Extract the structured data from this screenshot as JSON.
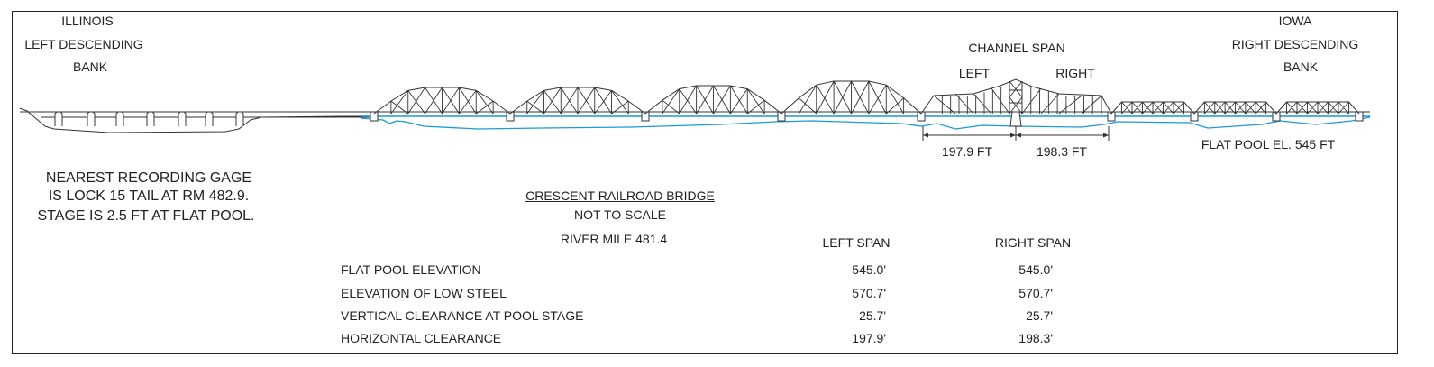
{
  "left_bank": {
    "line1": "ILLINOIS",
    "line2": "LEFT DESCENDING",
    "line3": "BANK"
  },
  "right_bank": {
    "line1": "IOWA",
    "line2": "RIGHT DESCENDING",
    "line3": "BANK"
  },
  "channel": {
    "title": "CHANNEL SPAN",
    "left": "LEFT",
    "right": "RIGHT",
    "left_width": "197.9 FT",
    "right_width": "198.3 FT"
  },
  "flat_pool_label": "FLAT POOL EL. 545 FT",
  "gage_note": [
    "NEAREST RECORDING GAGE",
    "IS LOCK 15 TAIL AT RM 482.9.",
    "STAGE IS 2.5 FT AT FLAT POOL."
  ],
  "bridge": {
    "name": "CRESCENT RAILROAD BRIDGE",
    "scale": "NOT TO SCALE",
    "river_mile": "RIVER MILE 481.4"
  },
  "table": {
    "headers": [
      "LEFT SPAN",
      "RIGHT SPAN"
    ],
    "rows": [
      {
        "label": "FLAT POOL ELEVATION",
        "left": "545.0'",
        "right": "545.0'"
      },
      {
        "label": "ELEVATION OF LOW STEEL",
        "left": "570.7'",
        "right": "570.7'"
      },
      {
        "label": "VERTICAL CLEARANCE AT POOL STAGE",
        "left": "25.7'",
        "right": "25.7'"
      },
      {
        "label": "HORIZONTAL CLEARANCE",
        "left": "197.9'",
        "right": "198.3'"
      }
    ]
  },
  "colors": {
    "water": "#1a9ad6",
    "line": "#333333"
  }
}
